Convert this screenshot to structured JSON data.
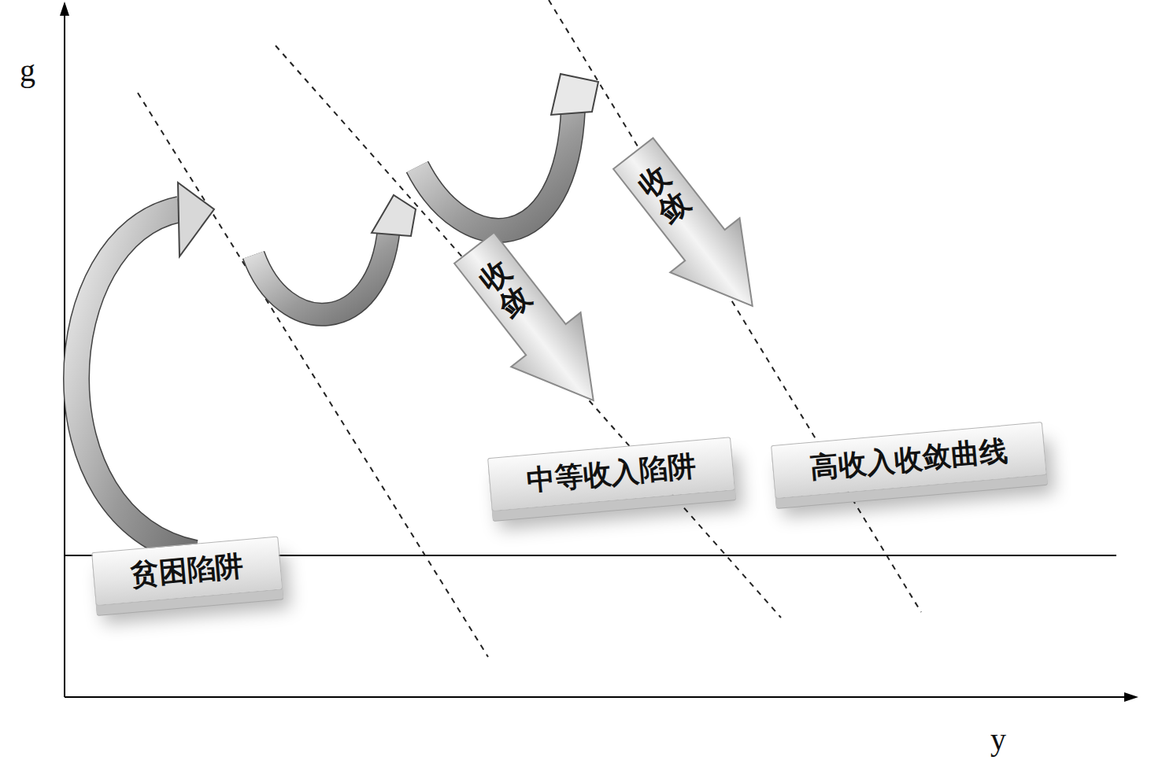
{
  "diagram": {
    "nodes": [
      {
        "text": [
          "贫困陷阱"
        ]
      },
      {
        "text": [
          "收敛"
        ]
      },
      {
        "text": [
          "收敛"
        ]
      },
      {
        "text": [
          "中等收入陷阱"
        ]
      },
      {
        "text": [
          "高收入收敛曲线"
        ]
      }
    ],
    "labels": [
      "g",
      "y"
    ]
  }
}
